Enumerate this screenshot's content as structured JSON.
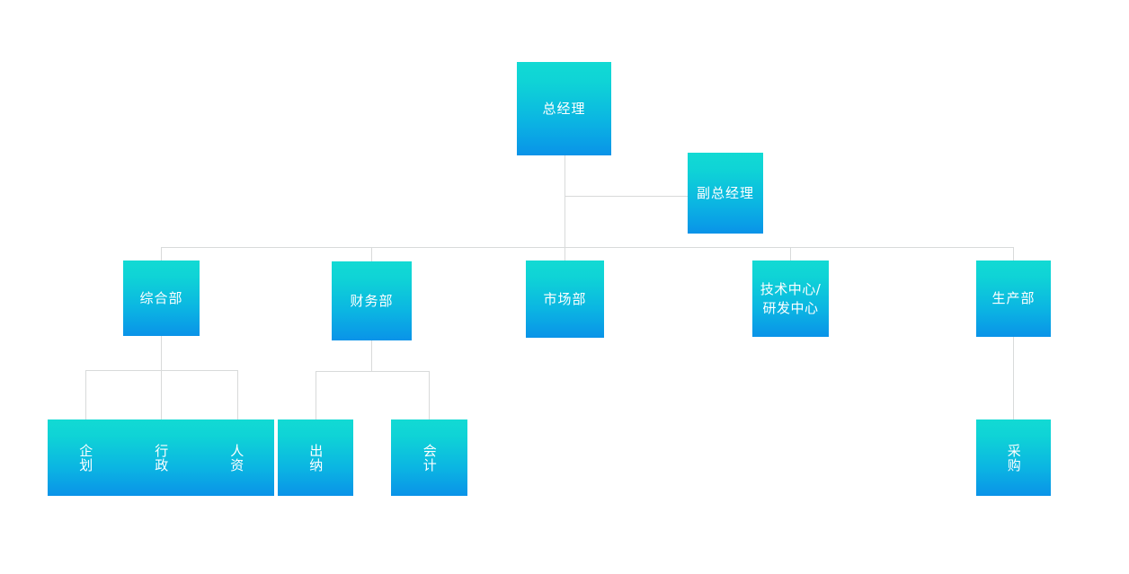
{
  "chart": {
    "type": "org-chart",
    "title": "",
    "background": "#ffffff",
    "node_gradient": {
      "from": "#12DAD4",
      "to": "#0A93E8"
    },
    "connector_color": "#d8dada",
    "node_text_color": "#ffffff"
  },
  "nodes": {
    "general_manager": "总经理",
    "deputy_general_manager": "副总经理",
    "general_affairs": "综合部",
    "finance": "财务部",
    "marketing": "市场部",
    "tech_rd_center": "技术中心/\n研发中心",
    "production": "生产部",
    "planning": "企划",
    "administration": "行政",
    "human_resources": "人资",
    "cashier": "出纳",
    "accounting": "会计",
    "procurement": "采购"
  },
  "hierarchy": {
    "root": "总经理",
    "staff": [
      "副总经理"
    ],
    "level_2": [
      "综合部",
      "财务部",
      "市场部",
      "技术中心/研发中心",
      "生产部"
    ],
    "level_3": {
      "综合部": [
        "企划",
        "行政",
        "人资"
      ],
      "财务部": [
        "出纳",
        "会计"
      ],
      "生产部": [
        "采购"
      ]
    }
  }
}
